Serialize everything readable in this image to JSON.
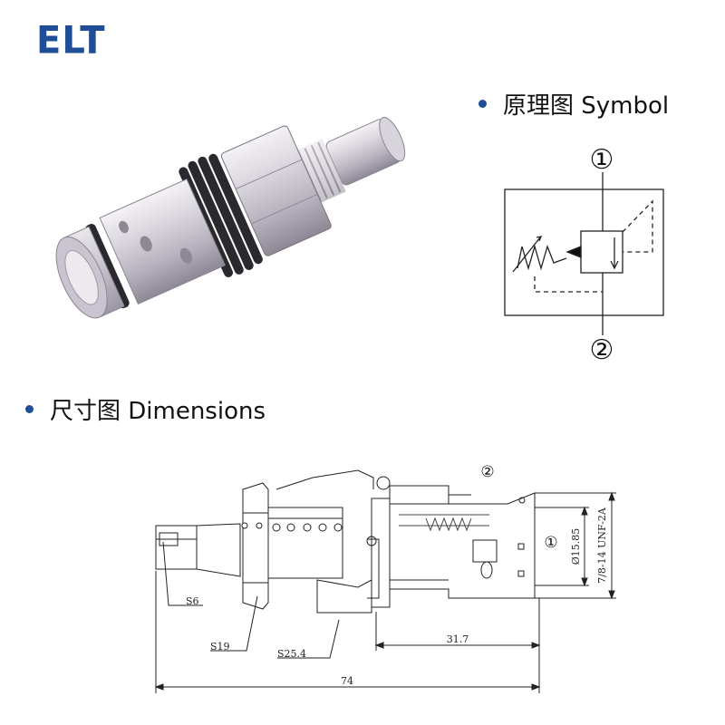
{
  "brand": {
    "logo": "ELT",
    "color": "#1f4e96"
  },
  "sections": {
    "symbol": {
      "title": "原理图 Symbol"
    },
    "dimensions": {
      "title": "尺寸图 Dimensions"
    }
  },
  "symbol_diagram": {
    "port_top": "①",
    "port_bottom": "②"
  },
  "dimension_drawing": {
    "port_top": "②",
    "port_side": "①",
    "labels": {
      "s6": "S6",
      "s19": "S19",
      "s25": "S25.4",
      "len_31": "31.7",
      "len_74": "74",
      "dia": "Ø15.85",
      "thread": "7/8-14 UNF-2A"
    }
  }
}
